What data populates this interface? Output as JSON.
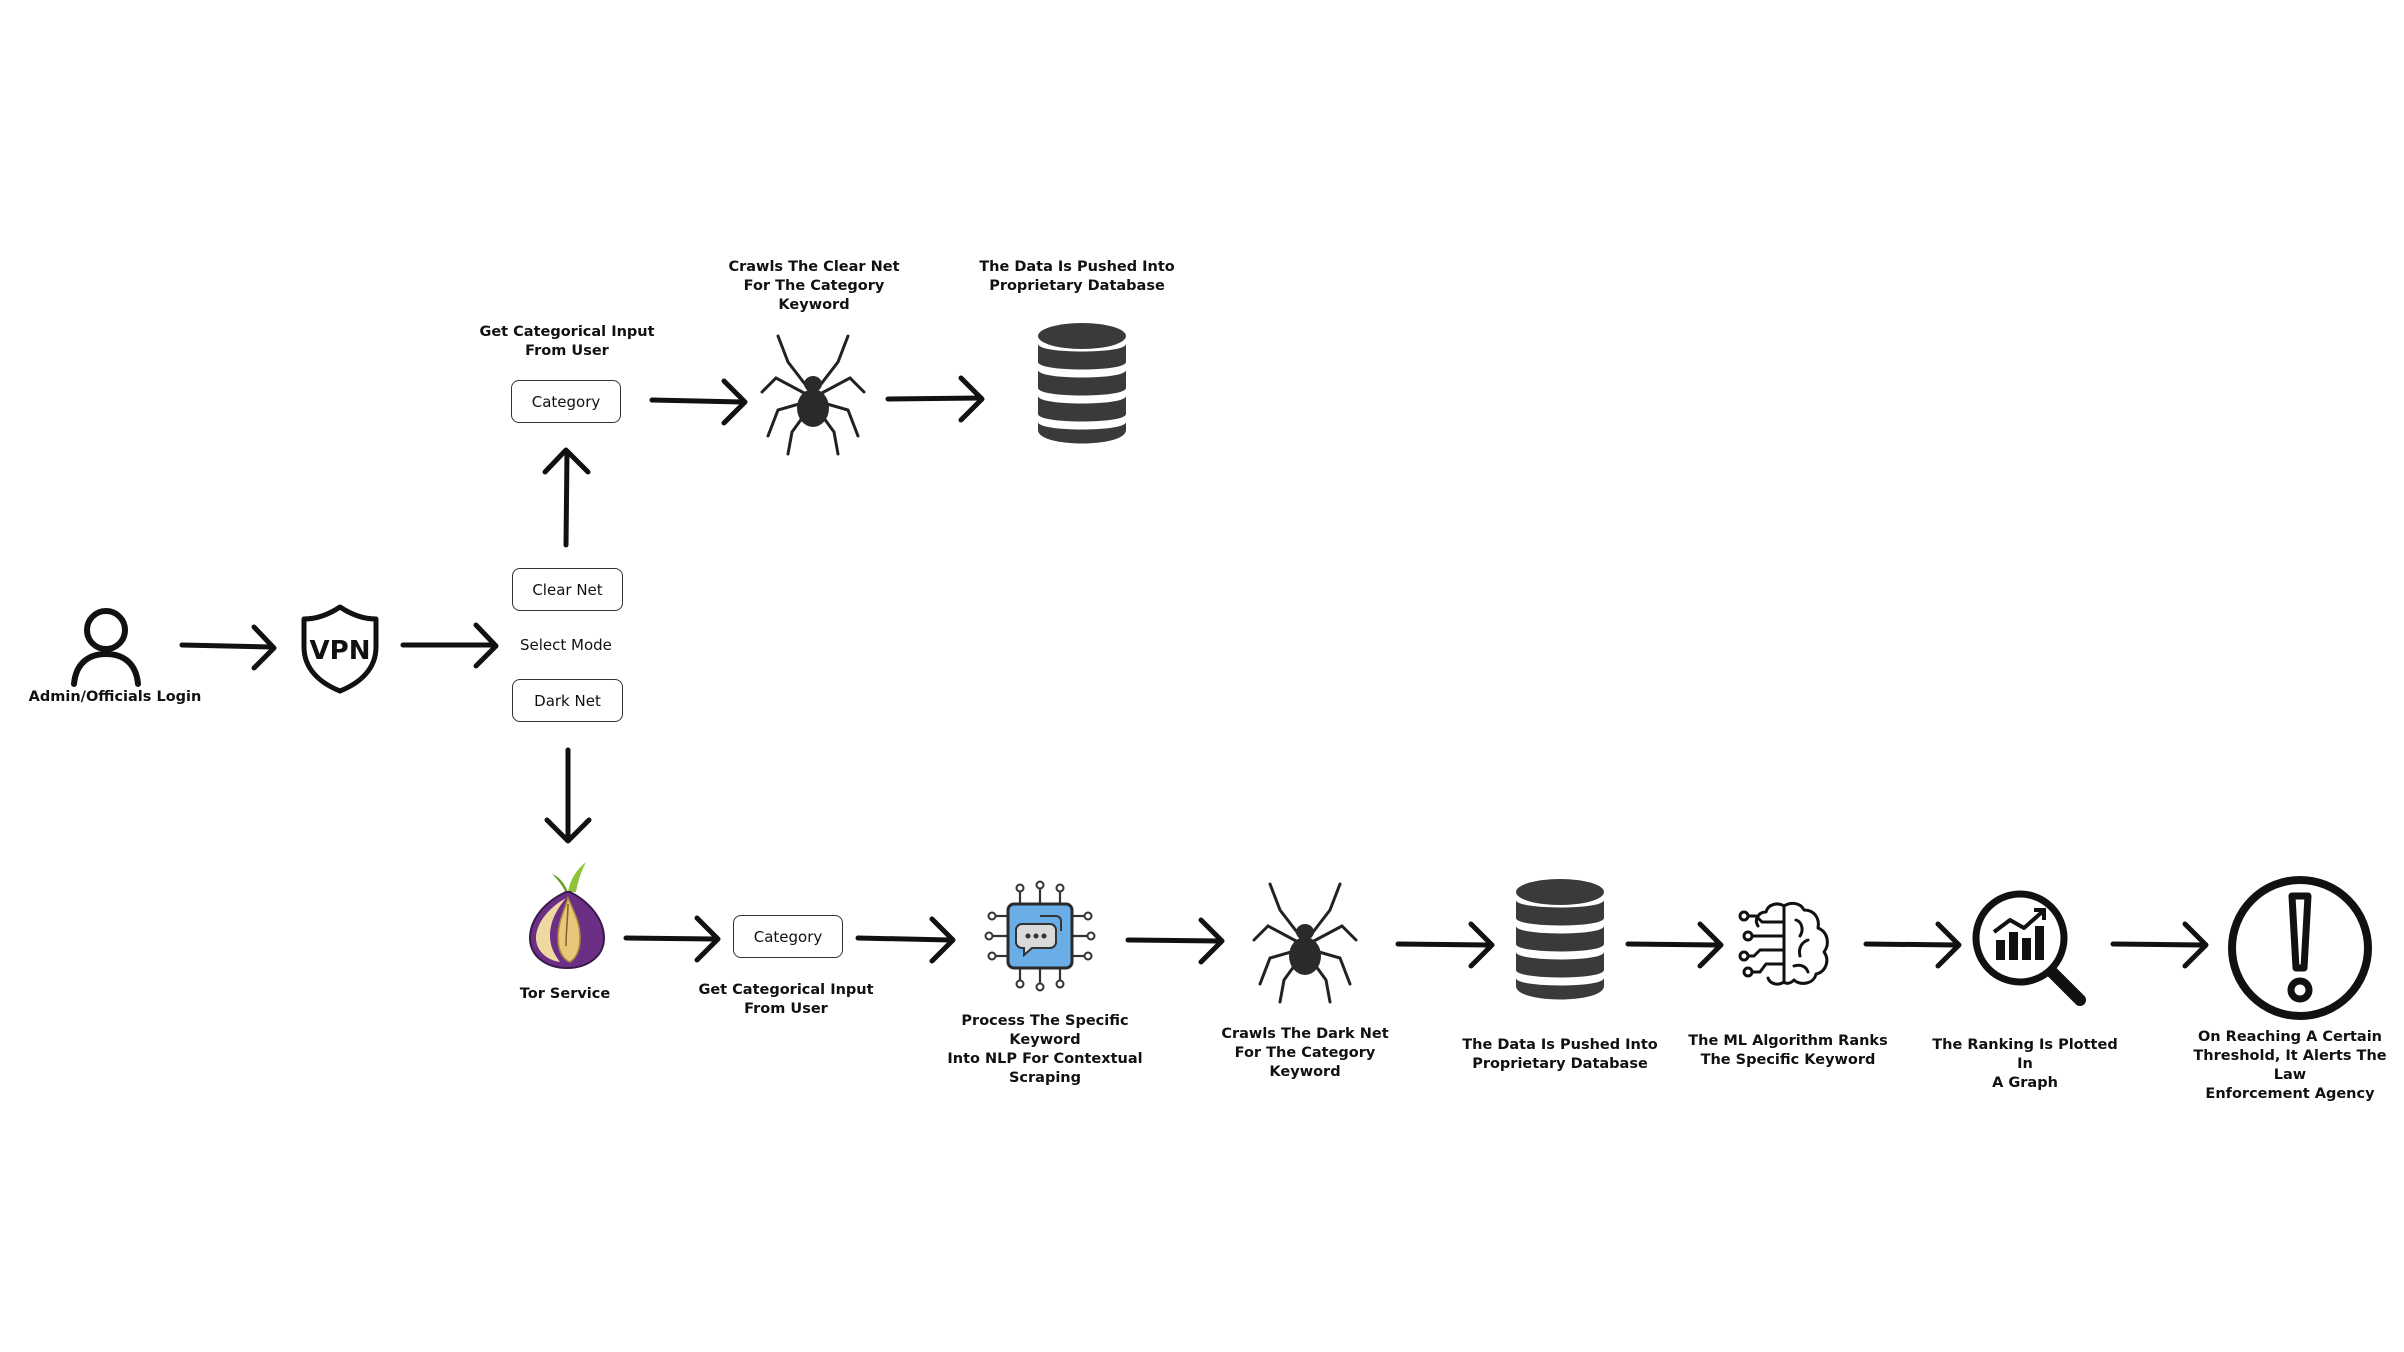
{
  "top_branch": {
    "category_label": "Get Categorical Input\nFrom User",
    "category_box": "Category",
    "crawl_label": "Crawls The Clear Net\nFor The Category\nKeyword",
    "db_label": "The Data Is Pushed Into\nProprietary Database"
  },
  "entry": {
    "login_label": "Admin/Officials Login",
    "vpn_text": "VPN",
    "select_mode": "Select Mode",
    "clear_net": "Clear Net",
    "dark_net": "Dark Net"
  },
  "bottom_branch": {
    "tor_label": "Tor Service",
    "category_box": "Category",
    "category_label": "Get Categorical Input\nFrom User",
    "nlp_label": "Process The Specific Keyword\nInto NLP For Contextual\nScraping",
    "crawl_label": "Crawls The Dark Net\nFor The Category\nKeyword",
    "db_label": "The Data Is Pushed Into\nProprietary Database",
    "ml_label": "The ML Algorithm Ranks\nThe Specific Keyword",
    "graph_label": "The Ranking Is Plotted In\nA Graph",
    "alert_label": "On Reaching A Certain\nThreshold, It Alerts The Law\nEnforcement Agency"
  },
  "icons": [
    "user-icon",
    "vpn-shield-icon",
    "spider-icon",
    "database-icon",
    "tor-onion-icon",
    "nlp-chip-icon",
    "brain-circuit-icon",
    "analytics-magnifier-icon",
    "alert-icon"
  ],
  "colors": {
    "ink": "#111111",
    "db_fill": "#3a3a3a",
    "chip_blue": "#6aaee8",
    "tor_purple": "#6b2f86",
    "tor_gold": "#e8c77a",
    "leaf_green": "#8fc43a"
  }
}
